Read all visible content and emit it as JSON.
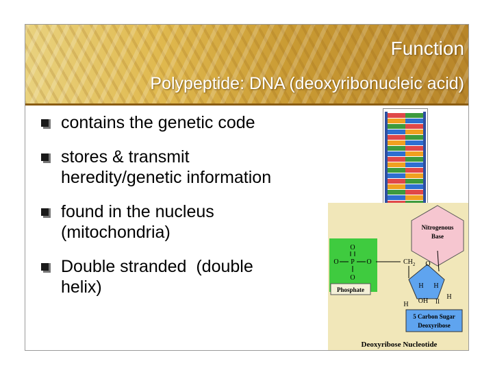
{
  "slide": {
    "title": "Function",
    "subtitle": "Polypeptide: DNA (deoxyribonucleic acid)",
    "bullets": [
      {
        "line1": "contains the genetic code"
      },
      {
        "line1": "stores & transmit",
        "line2": "heredity/genetic information"
      },
      {
        "line1": "found in the nucleus",
        "line2": "(mitochondria)"
      },
      {
        "line1": "Double stranded  (double",
        "line2": "helix)"
      }
    ]
  },
  "diagram": {
    "nitrogenous_base_line1": "Nitrogenous",
    "nitrogenous_base_line2": "Base",
    "phosphate_label": "Phosphate",
    "ch2": "CH",
    "ch2_sub": "2",
    "ring_o": "O",
    "h1": "H",
    "h2": "H",
    "h3": "H",
    "h4": "H",
    "oh": "OH",
    "roman": "II",
    "sugar_line1": "5 Carbon Sugar",
    "sugar_line2": "Deoxyribose",
    "caption": "Deoxyribose Nucleotide",
    "phos_o_top": "O",
    "phos_o_left": "O",
    "phos_p": "P",
    "phos_o_right": "O",
    "phos_o_bottom": "O"
  },
  "colors": {
    "header_gold": "#d9ad45",
    "ladder_rail": "#2e4fa0",
    "base_pink": "#f6c6d0",
    "phosphate_green": "#3fcb3f",
    "sugar_blue": "#5fa4ef",
    "nucleotide_bg": "#f1e7b9"
  }
}
